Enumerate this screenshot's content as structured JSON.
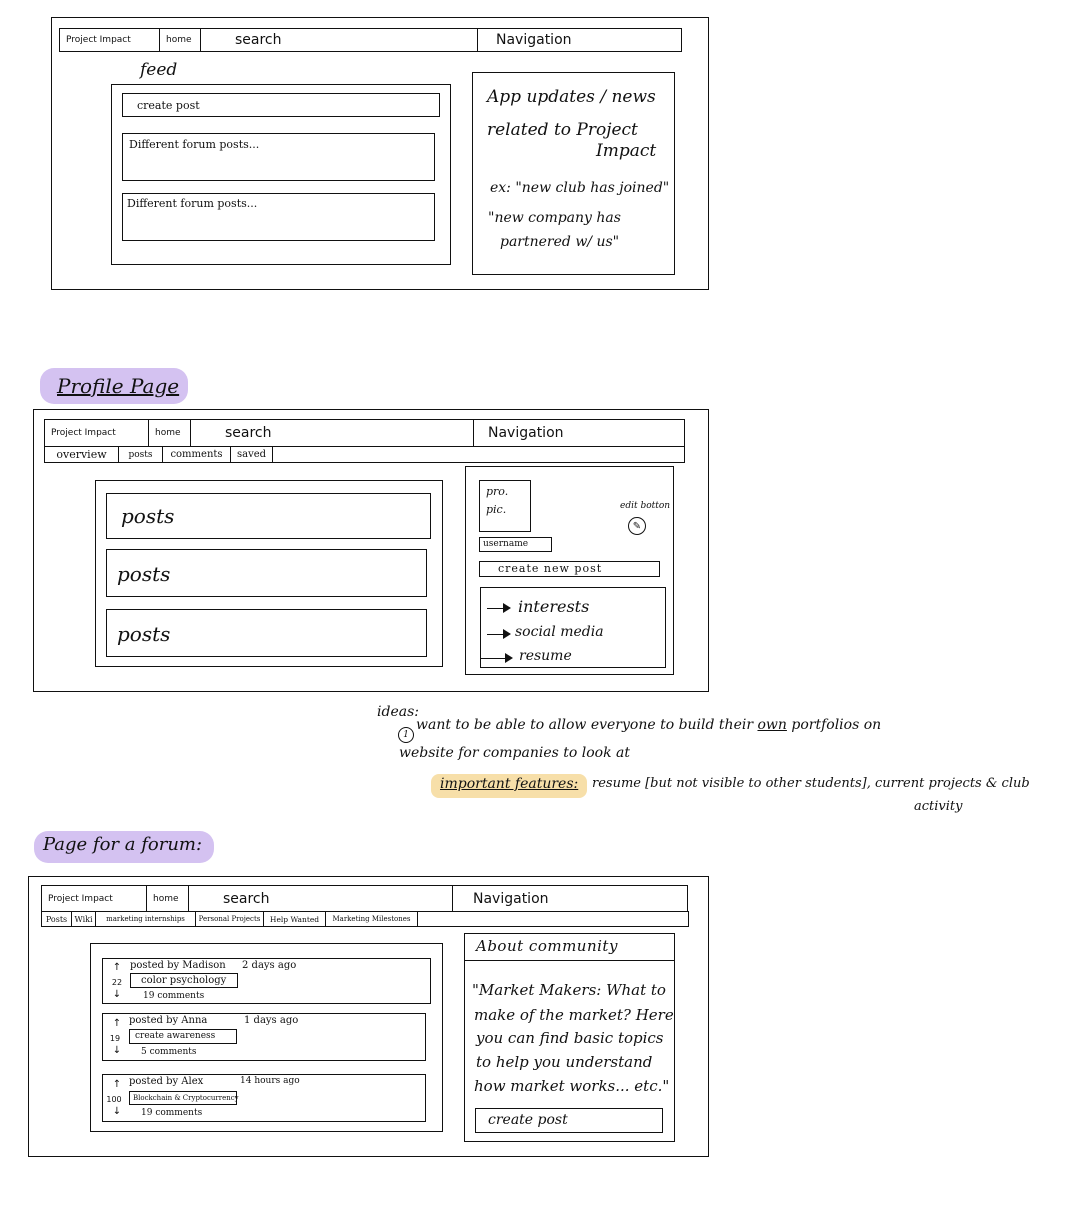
{
  "feed_page": {
    "nav": {
      "brand": "Project Impact",
      "home": "home",
      "search": "search",
      "navigation": "Navigation"
    },
    "feed_label": "feed",
    "create_post": "create post",
    "posts": [
      "Different forum posts...",
      "Different forum posts..."
    ],
    "news_lines": [
      "App updates / news",
      "related to Project",
      "Impact"
    ],
    "example_lines": [
      "ex: \"new club has joined\"",
      "\"new company has",
      "partnered w/ us\""
    ]
  },
  "profile_page": {
    "title": "Profile Page",
    "nav": {
      "brand": "Project Impact",
      "home": "home",
      "search": "search",
      "navigation": "Navigation"
    },
    "tabs": [
      "overview",
      "posts",
      "comments",
      "saved"
    ],
    "posts": [
      "posts",
      "posts",
      "posts"
    ],
    "profile_pic_lines": [
      "pro.",
      "pic."
    ],
    "edit_button": "edit botton",
    "username": "username",
    "create_new_post": "create new post",
    "links": [
      "interests",
      "social media",
      "resume"
    ]
  },
  "ideas": {
    "heading": "ideas:",
    "marker": "1",
    "line1_pre": "want to be able to allow everyone to build their ",
    "line1_emph": "own",
    "line1_post": " portfolios on",
    "line2": "website for companies to look at",
    "features_label": "important features:",
    "features_text": "resume [but not visible to other students], current projects & club",
    "features_wrap": "activity"
  },
  "forum_page": {
    "title": "Page for a forum:",
    "nav": {
      "brand": "Project Impact",
      "home": "home",
      "search": "search",
      "navigation": "Navigation"
    },
    "tabs": [
      "Posts",
      "Wiki",
      "marketing internships",
      "Personal Projects",
      "Help Wanted",
      "Marketing Milestones"
    ],
    "posts": [
      {
        "votes": "22",
        "meta": "posted by Madison",
        "age": "2 days ago",
        "tag": "color psychology",
        "comments": "19 comments"
      },
      {
        "votes": "19",
        "meta": "posted by Anna",
        "age": "1 days ago",
        "tag": "create awareness",
        "comments": "5 comments"
      },
      {
        "votes": "100",
        "meta": "posted by Alex",
        "age": "14 hours ago",
        "tag": "Blockchain & Cryptocurrency",
        "comments": "19 comments"
      }
    ],
    "about_title": "About community",
    "about_lines": [
      "\"Market Makers: What to",
      "make of the market? Here",
      "you can find basic topics",
      "to help you understand",
      "how market works... etc.\""
    ],
    "create_post": "create post",
    "up_arrow": "↑",
    "down_arrow": "↓"
  },
  "colors": {
    "highlight_purple": "#cdb7ee",
    "highlight_yellow": "#f6dca0",
    "ink": "#111111"
  }
}
